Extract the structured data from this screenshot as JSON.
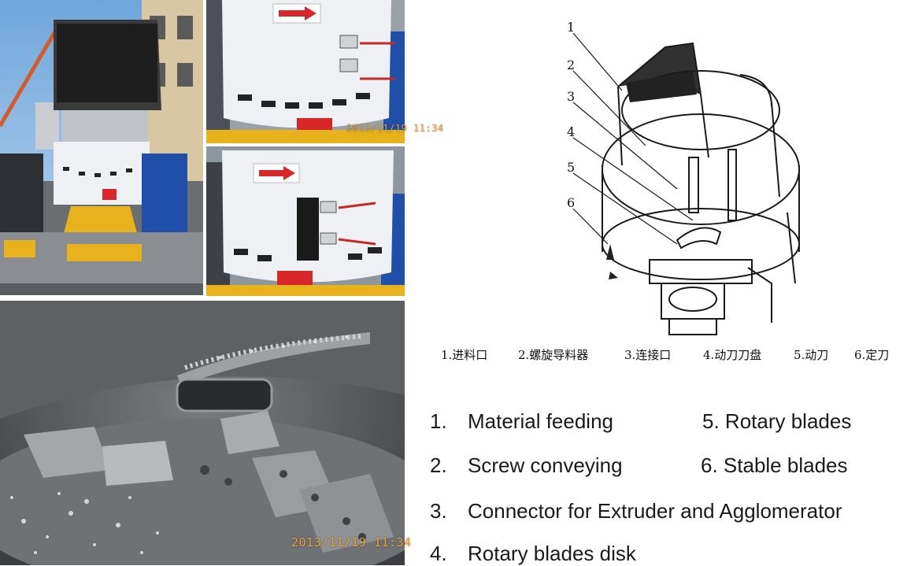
{
  "photos": {
    "top_right_1": {
      "timestamp": "2013/11/19 11:34"
    },
    "bottom": {
      "timestamp": "2013/11/19 11:34"
    }
  },
  "diagram": {
    "callouts": [
      "1",
      "2",
      "3",
      "4",
      "5",
      "6"
    ],
    "caption_cn": [
      "1.进料口",
      "2.螺旋导料器",
      "3.连接口",
      "4.动刀刀盘",
      "5.动刀",
      "6.定刀"
    ]
  },
  "legend": [
    {
      "num": "1.",
      "label": "Material feeding"
    },
    {
      "num": "5.",
      "label": "Rotary blades"
    },
    {
      "num": "2.",
      "label": "Screw conveying"
    },
    {
      "num": "6.",
      "label": "Stable blades"
    },
    {
      "num": "3.",
      "label": "Connector for Extruder and Agglomerator"
    },
    {
      "num": "4.",
      "label": "Rotary blades disk"
    }
  ],
  "colors": {
    "machine_white": "#eef0f3",
    "motor_blue": "#1f4fa8",
    "base_yellow": "#e7b21b",
    "red_arrow": "#d8262a",
    "steel": "#8e9194"
  }
}
